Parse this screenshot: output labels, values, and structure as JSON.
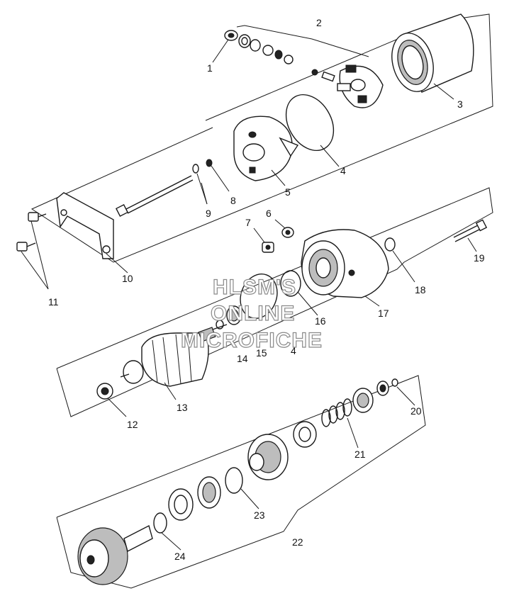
{
  "diagram": {
    "callouts": [
      "1",
      "2",
      "3",
      "4",
      "5",
      "8",
      "9",
      "10",
      "11",
      "7",
      "6",
      "19",
      "18",
      "17",
      "16",
      "4",
      "15",
      "14",
      "13",
      "12",
      "20",
      "21",
      "23",
      "22",
      "24"
    ],
    "watermark": [
      "HLSM'S",
      "ONLINE",
      "MICROFICHE"
    ]
  }
}
